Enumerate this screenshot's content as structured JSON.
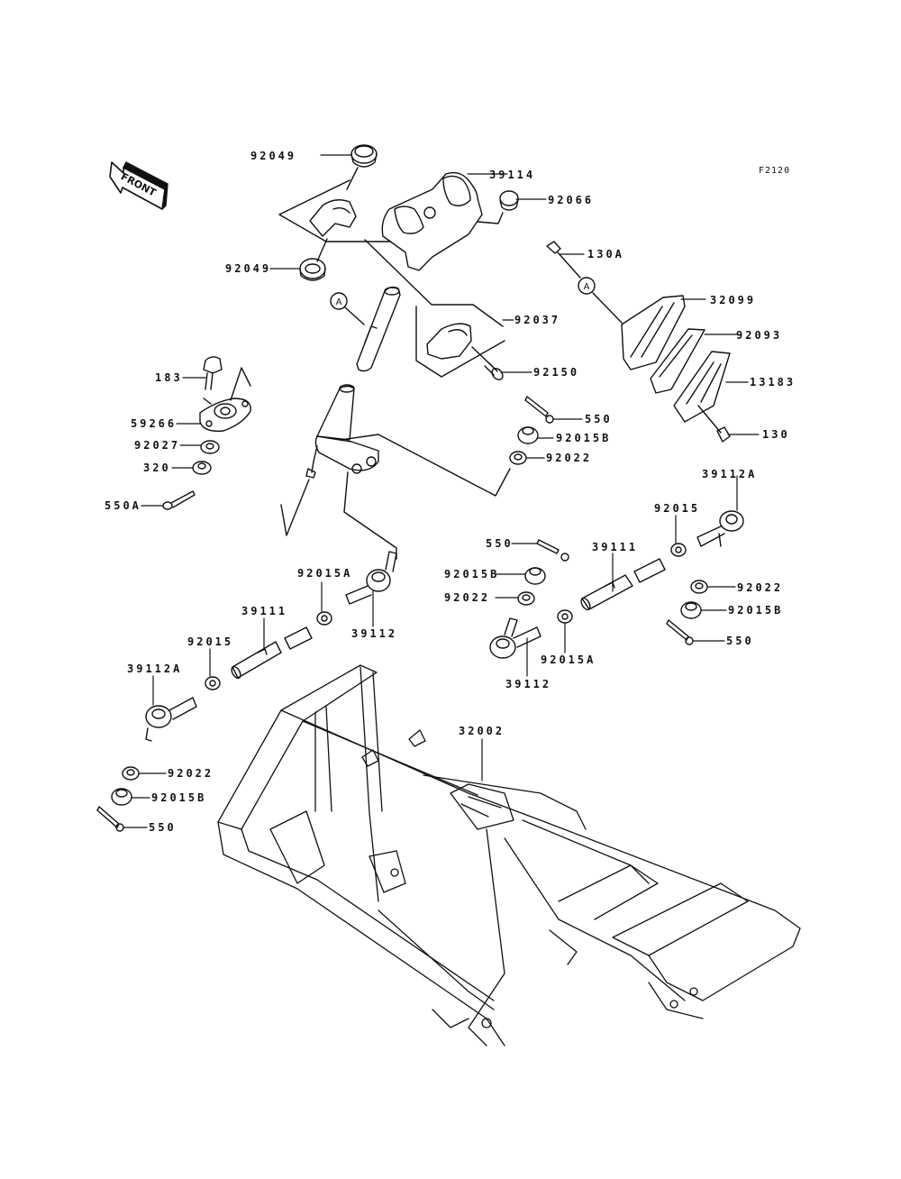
{
  "figure_id": "F2120",
  "front_arrow_label": "FRONT",
  "callout_ref": "A",
  "labels": {
    "l_92049_top": "92049",
    "l_92049_mid": "92049",
    "l_39114": "39114",
    "l_92066": "92066",
    "l_130A": "130A",
    "l_32099": "32099",
    "l_92093": "92093",
    "l_13183": "13183",
    "l_130": "130",
    "l_92037": "92037",
    "l_92150": "92150",
    "l_183": "183",
    "l_59266": "59266",
    "l_92027": "92027",
    "l_320": "320",
    "l_550A": "550A",
    "l_550_r1": "550",
    "l_92015B_r1": "92015B",
    "l_92022_r1": "92022",
    "l_39112A_r": "39112A",
    "l_92015_r": "92015",
    "l_550_r2": "550",
    "l_39111_r": "39111",
    "l_92015B_r2": "92015B",
    "l_92022_r2": "92022",
    "l_92022_r3": "92022",
    "l_92015B_r3": "92015B",
    "l_550_r3": "550",
    "l_92015A_r": "92015A",
    "l_39112_r": "39112",
    "l_92015A_l": "92015A",
    "l_39112_l": "39112",
    "l_39111_l": "39111",
    "l_92015_l": "92015",
    "l_39112A_l": "39112A",
    "l_32002": "32002",
    "l_92022_l": "92022",
    "l_92015B_l": "92015B",
    "l_550_l": "550"
  }
}
